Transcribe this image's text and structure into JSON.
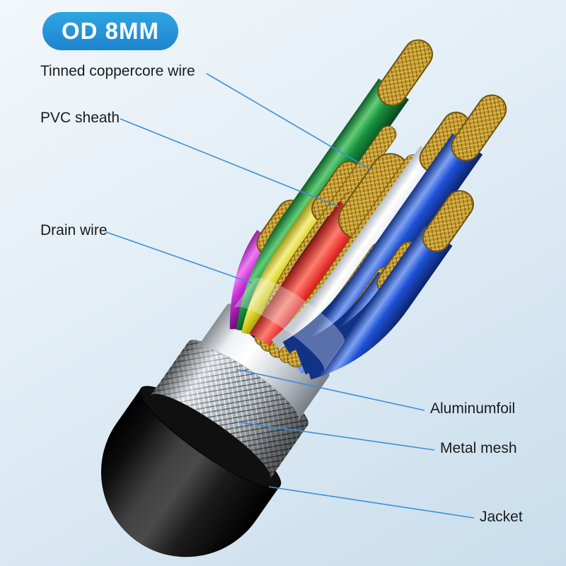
{
  "badge": {
    "label": "OD 8MM"
  },
  "callouts": {
    "tinned_copper": "Tinned coppercore wire",
    "pvc_sheath": "PVC sheath",
    "drain_wire": "Drain wire",
    "aluminum_foil": "Aluminumfoil",
    "metal_mesh": "Metal mesh",
    "jacket": "Jacket"
  },
  "colors": {
    "badge_blue": "#2196d6",
    "callout_line": "#3c8fd8",
    "jacket": "#141414",
    "metal_mesh": "#b6bcc3",
    "aluminum_foil": "#e9edf0",
    "tinned_copper": "#c69a2e",
    "wires": [
      "#c92fd6",
      "#17923d",
      "#d8ce1c",
      "#262626",
      "#e02222",
      "#eef0f2",
      "#1e51d6"
    ]
  }
}
